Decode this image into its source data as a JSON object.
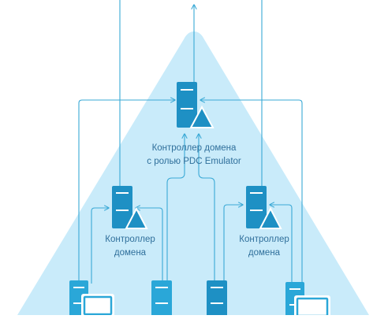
{
  "colors": {
    "triangle": "#c9ebfa",
    "line": "#3aa9d6",
    "server_dark": "#1e90c4",
    "server_mid": "#2aa7d8",
    "text": "#2f6f9b"
  },
  "nodes": {
    "pdc": {
      "label_line1": "Контроллер домена",
      "label_line2": "с ролью PDC Emulator",
      "icon": "server-warning-icon"
    },
    "dc_left": {
      "label_line1": "Контроллер",
      "label_line2": "домена",
      "icon": "server-warning-icon"
    },
    "dc_right": {
      "label_line1": "Контроллер",
      "label_line2": "домена",
      "icon": "server-warning-icon"
    },
    "clients": [
      {
        "icon": "workstation-icon"
      },
      {
        "icon": "server-tower-icon"
      },
      {
        "icon": "server-tower-icon"
      },
      {
        "icon": "workstation-icon"
      }
    ]
  }
}
